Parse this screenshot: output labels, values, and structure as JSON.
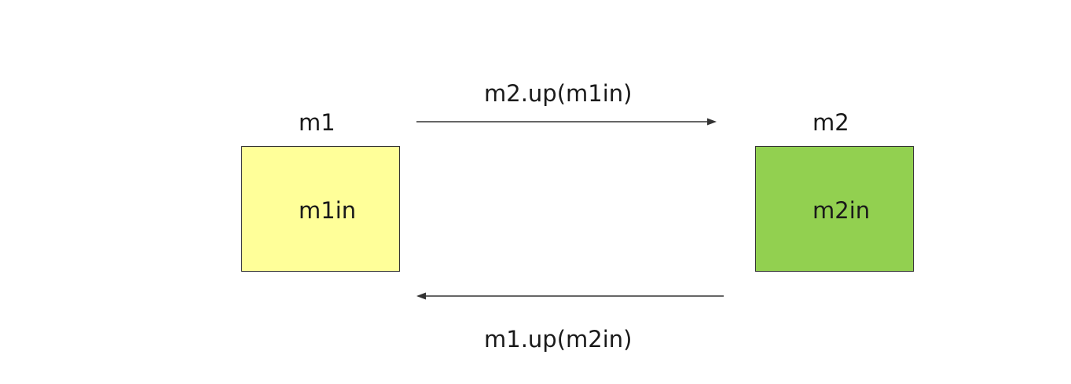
{
  "diagram": {
    "nodes": [
      {
        "id": "m1",
        "title": "m1",
        "content": "m1in",
        "fill": "#ffff99"
      },
      {
        "id": "m2",
        "title": "m2",
        "content": "m2in",
        "fill": "#92d050"
      }
    ],
    "edges": [
      {
        "from": "m1",
        "to": "m2",
        "label": "m2.up(m1in)"
      },
      {
        "from": "m2",
        "to": "m1",
        "label": "m1.up(m2in)"
      }
    ],
    "colors": {
      "stroke": "#333333",
      "text": "#1a1a1a"
    }
  }
}
